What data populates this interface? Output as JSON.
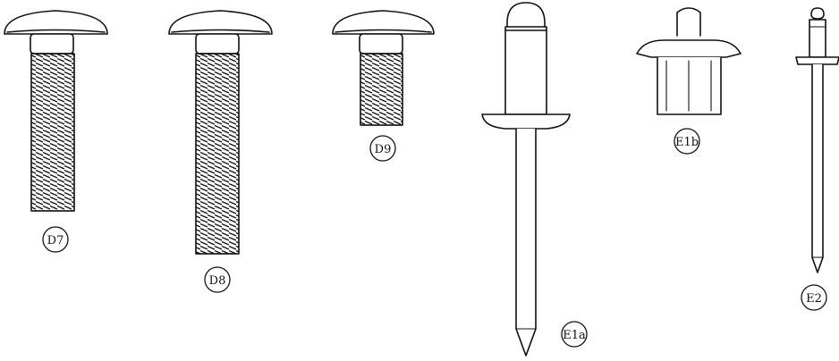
{
  "colors": {
    "ink": "#111111",
    "paper": "#ffffff"
  },
  "parts": [
    {
      "id": "d7",
      "label": "D7"
    },
    {
      "id": "d8",
      "label": "D8"
    },
    {
      "id": "d9",
      "label": "D9"
    },
    {
      "id": "e1a",
      "label": "E1a"
    },
    {
      "id": "e1b",
      "label": "E1b"
    },
    {
      "id": "e2",
      "label": "E2"
    }
  ]
}
